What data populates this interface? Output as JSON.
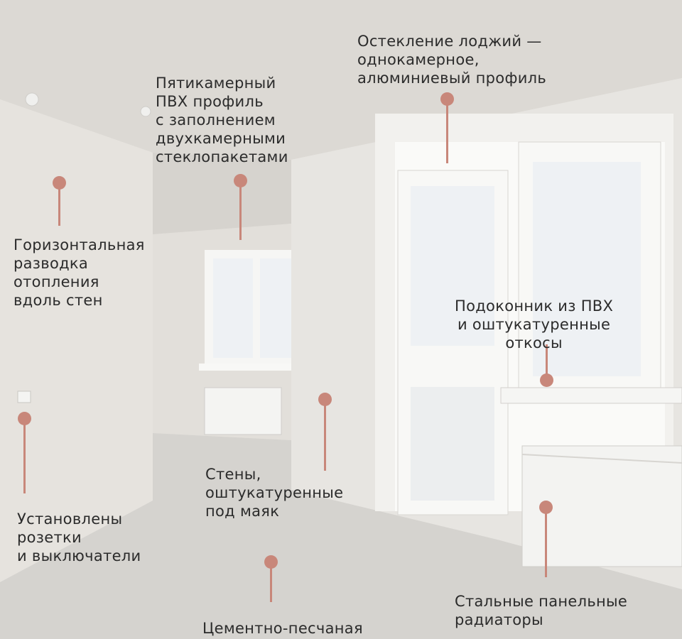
{
  "colors": {
    "pin": "#c8877a",
    "text": "#2b2b2b",
    "wall": "#e3e0db",
    "ceiling": "#dcd9d4",
    "floor": "#d7d5d1",
    "window_frame": "#f7f7f5",
    "sky": "#eef1f4"
  },
  "annotations": [
    {
      "id": "loggia-glazing",
      "icon": "pin",
      "text": "Остекление лоджий —\nоднокамерное,\nалюминиевый профиль"
    },
    {
      "id": "pvc-profile",
      "icon": "pin",
      "text": "Пятикамерный\nПВХ профиль\nс заполнением\nдвухкамерными\nстеклопакетами"
    },
    {
      "id": "heating-wiring",
      "icon": "pin",
      "text": "Горизонтальная\nразводка\nотопления\nвдоль стен"
    },
    {
      "id": "windowsill",
      "icon": "pin",
      "text": "Подоконник из ПВХ\nи оштукатуренные\nоткосы"
    },
    {
      "id": "walls",
      "icon": "pin",
      "text": "Стены,\nоштукатуренные\nпод маяк"
    },
    {
      "id": "sockets",
      "icon": "pin",
      "text": "Установлены\nрозетки\nи выключатели"
    },
    {
      "id": "radiators",
      "icon": "pin",
      "text": "Стальные панельные\nрадиаторы"
    },
    {
      "id": "screed",
      "icon": "pin",
      "text": "Цементно-песчаная"
    }
  ]
}
